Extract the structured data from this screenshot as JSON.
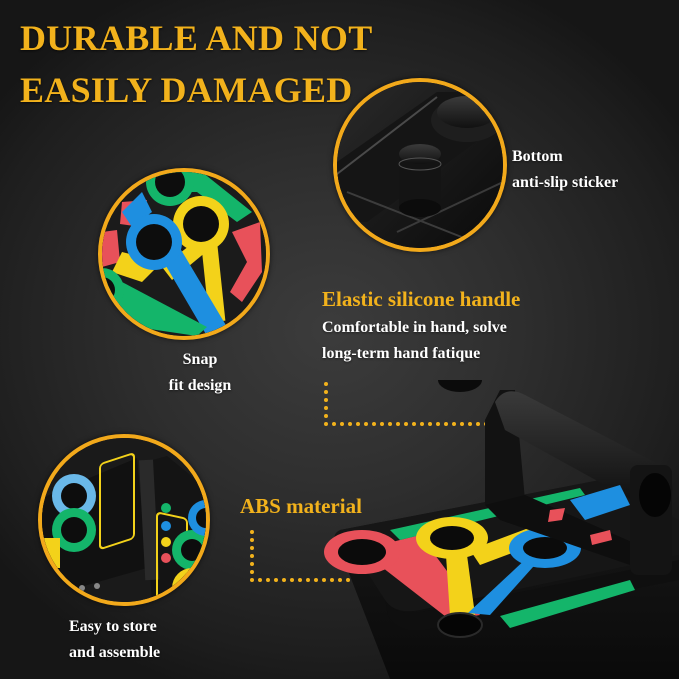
{
  "headline": {
    "line1": "DURABLE AND NOT",
    "line2": "EASILY DAMAGED"
  },
  "features": {
    "anti_slip": {
      "line1": "Bottom",
      "line2": "anti-slip sticker"
    },
    "handle": {
      "title": "Elastic silicone handle",
      "line1": "Comfortable in hand, solve",
      "line2": "long-term hand fatique"
    },
    "snap": {
      "line1": "Snap",
      "line2": "fit design"
    },
    "abs": {
      "title": "ABS material"
    },
    "storage": {
      "line1": "Easy to store",
      "line2": "and assemble"
    }
  },
  "colors": {
    "accent_gold": "#f2b21c",
    "ring_gold": "#f2a91b",
    "text_white": "#ffffff",
    "board_red": "#e8515a",
    "board_yellow": "#f3d21a",
    "board_blue": "#1e8fe0",
    "board_green": "#14b56a"
  }
}
